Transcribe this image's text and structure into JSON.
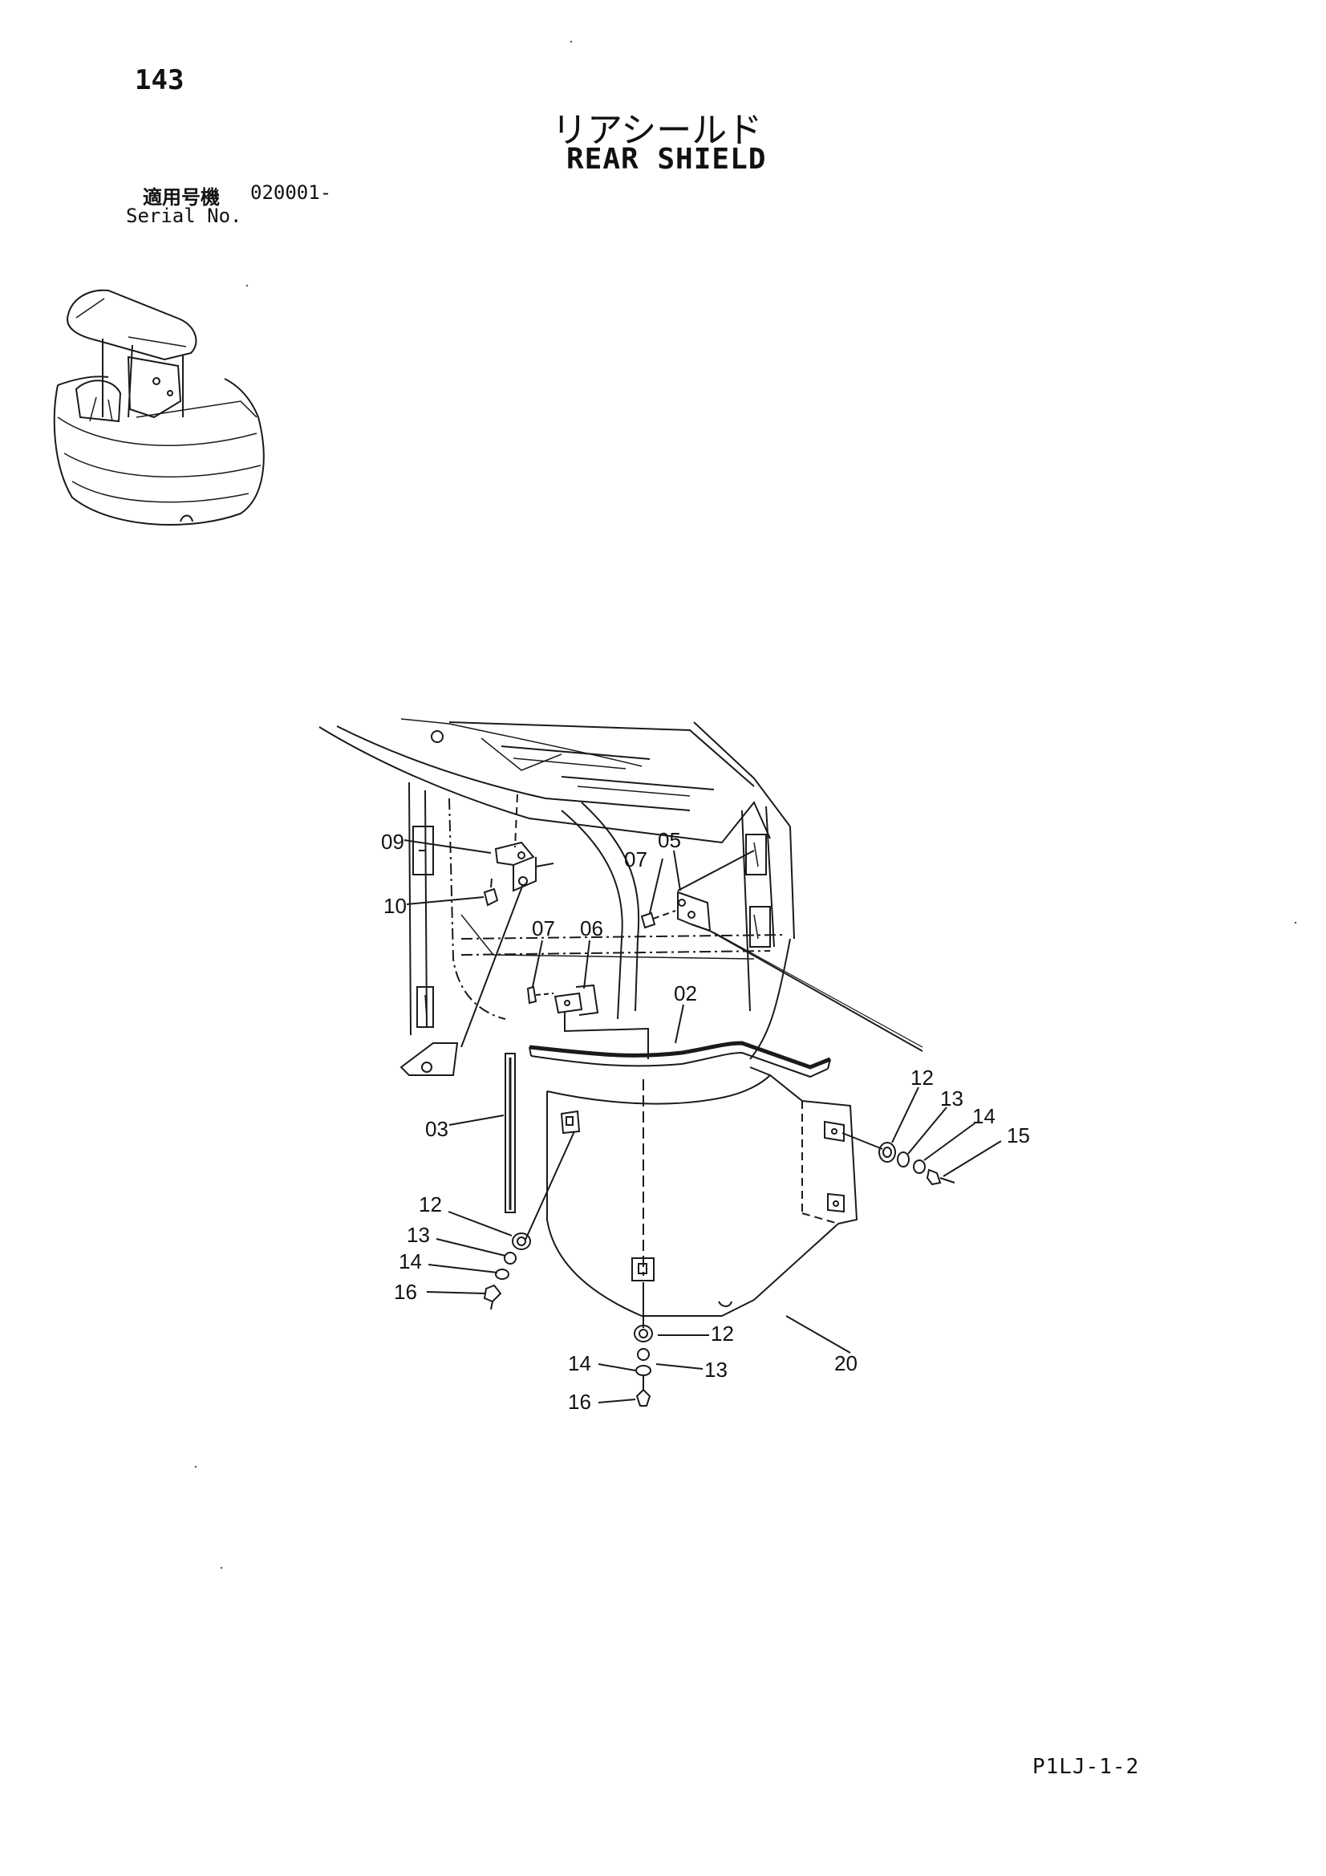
{
  "header": {
    "page_number": "143",
    "title_ja": "リアシールド",
    "title_en": "REAR SHIELD",
    "serial_label_ja": "適用号機",
    "serial_value": "020001-",
    "serial_label_en": "Serial No."
  },
  "footer": {
    "drawing_code": "P1LJ-1-2"
  },
  "callouts": [
    {
      "id": "c09a",
      "label": "09"
    },
    {
      "id": "c10",
      "label": "10"
    },
    {
      "id": "c07a",
      "label": "07"
    },
    {
      "id": "c05",
      "label": "05"
    },
    {
      "id": "c07b",
      "label": "07"
    },
    {
      "id": "c06",
      "label": "06"
    },
    {
      "id": "c02",
      "label": "02"
    },
    {
      "id": "c03",
      "label": "03"
    },
    {
      "id": "c12a",
      "label": "12"
    },
    {
      "id": "c13a",
      "label": "13"
    },
    {
      "id": "c14a",
      "label": "14"
    },
    {
      "id": "c15",
      "label": "15"
    },
    {
      "id": "c12b",
      "label": "12"
    },
    {
      "id": "c13b",
      "label": "13"
    },
    {
      "id": "c14b",
      "label": "14"
    },
    {
      "id": "c16a",
      "label": "16"
    },
    {
      "id": "c12c",
      "label": "12"
    },
    {
      "id": "c14c",
      "label": "14"
    },
    {
      "id": "c13c",
      "label": "13"
    },
    {
      "id": "c16b",
      "label": "16"
    },
    {
      "id": "c20",
      "label": "20"
    }
  ]
}
